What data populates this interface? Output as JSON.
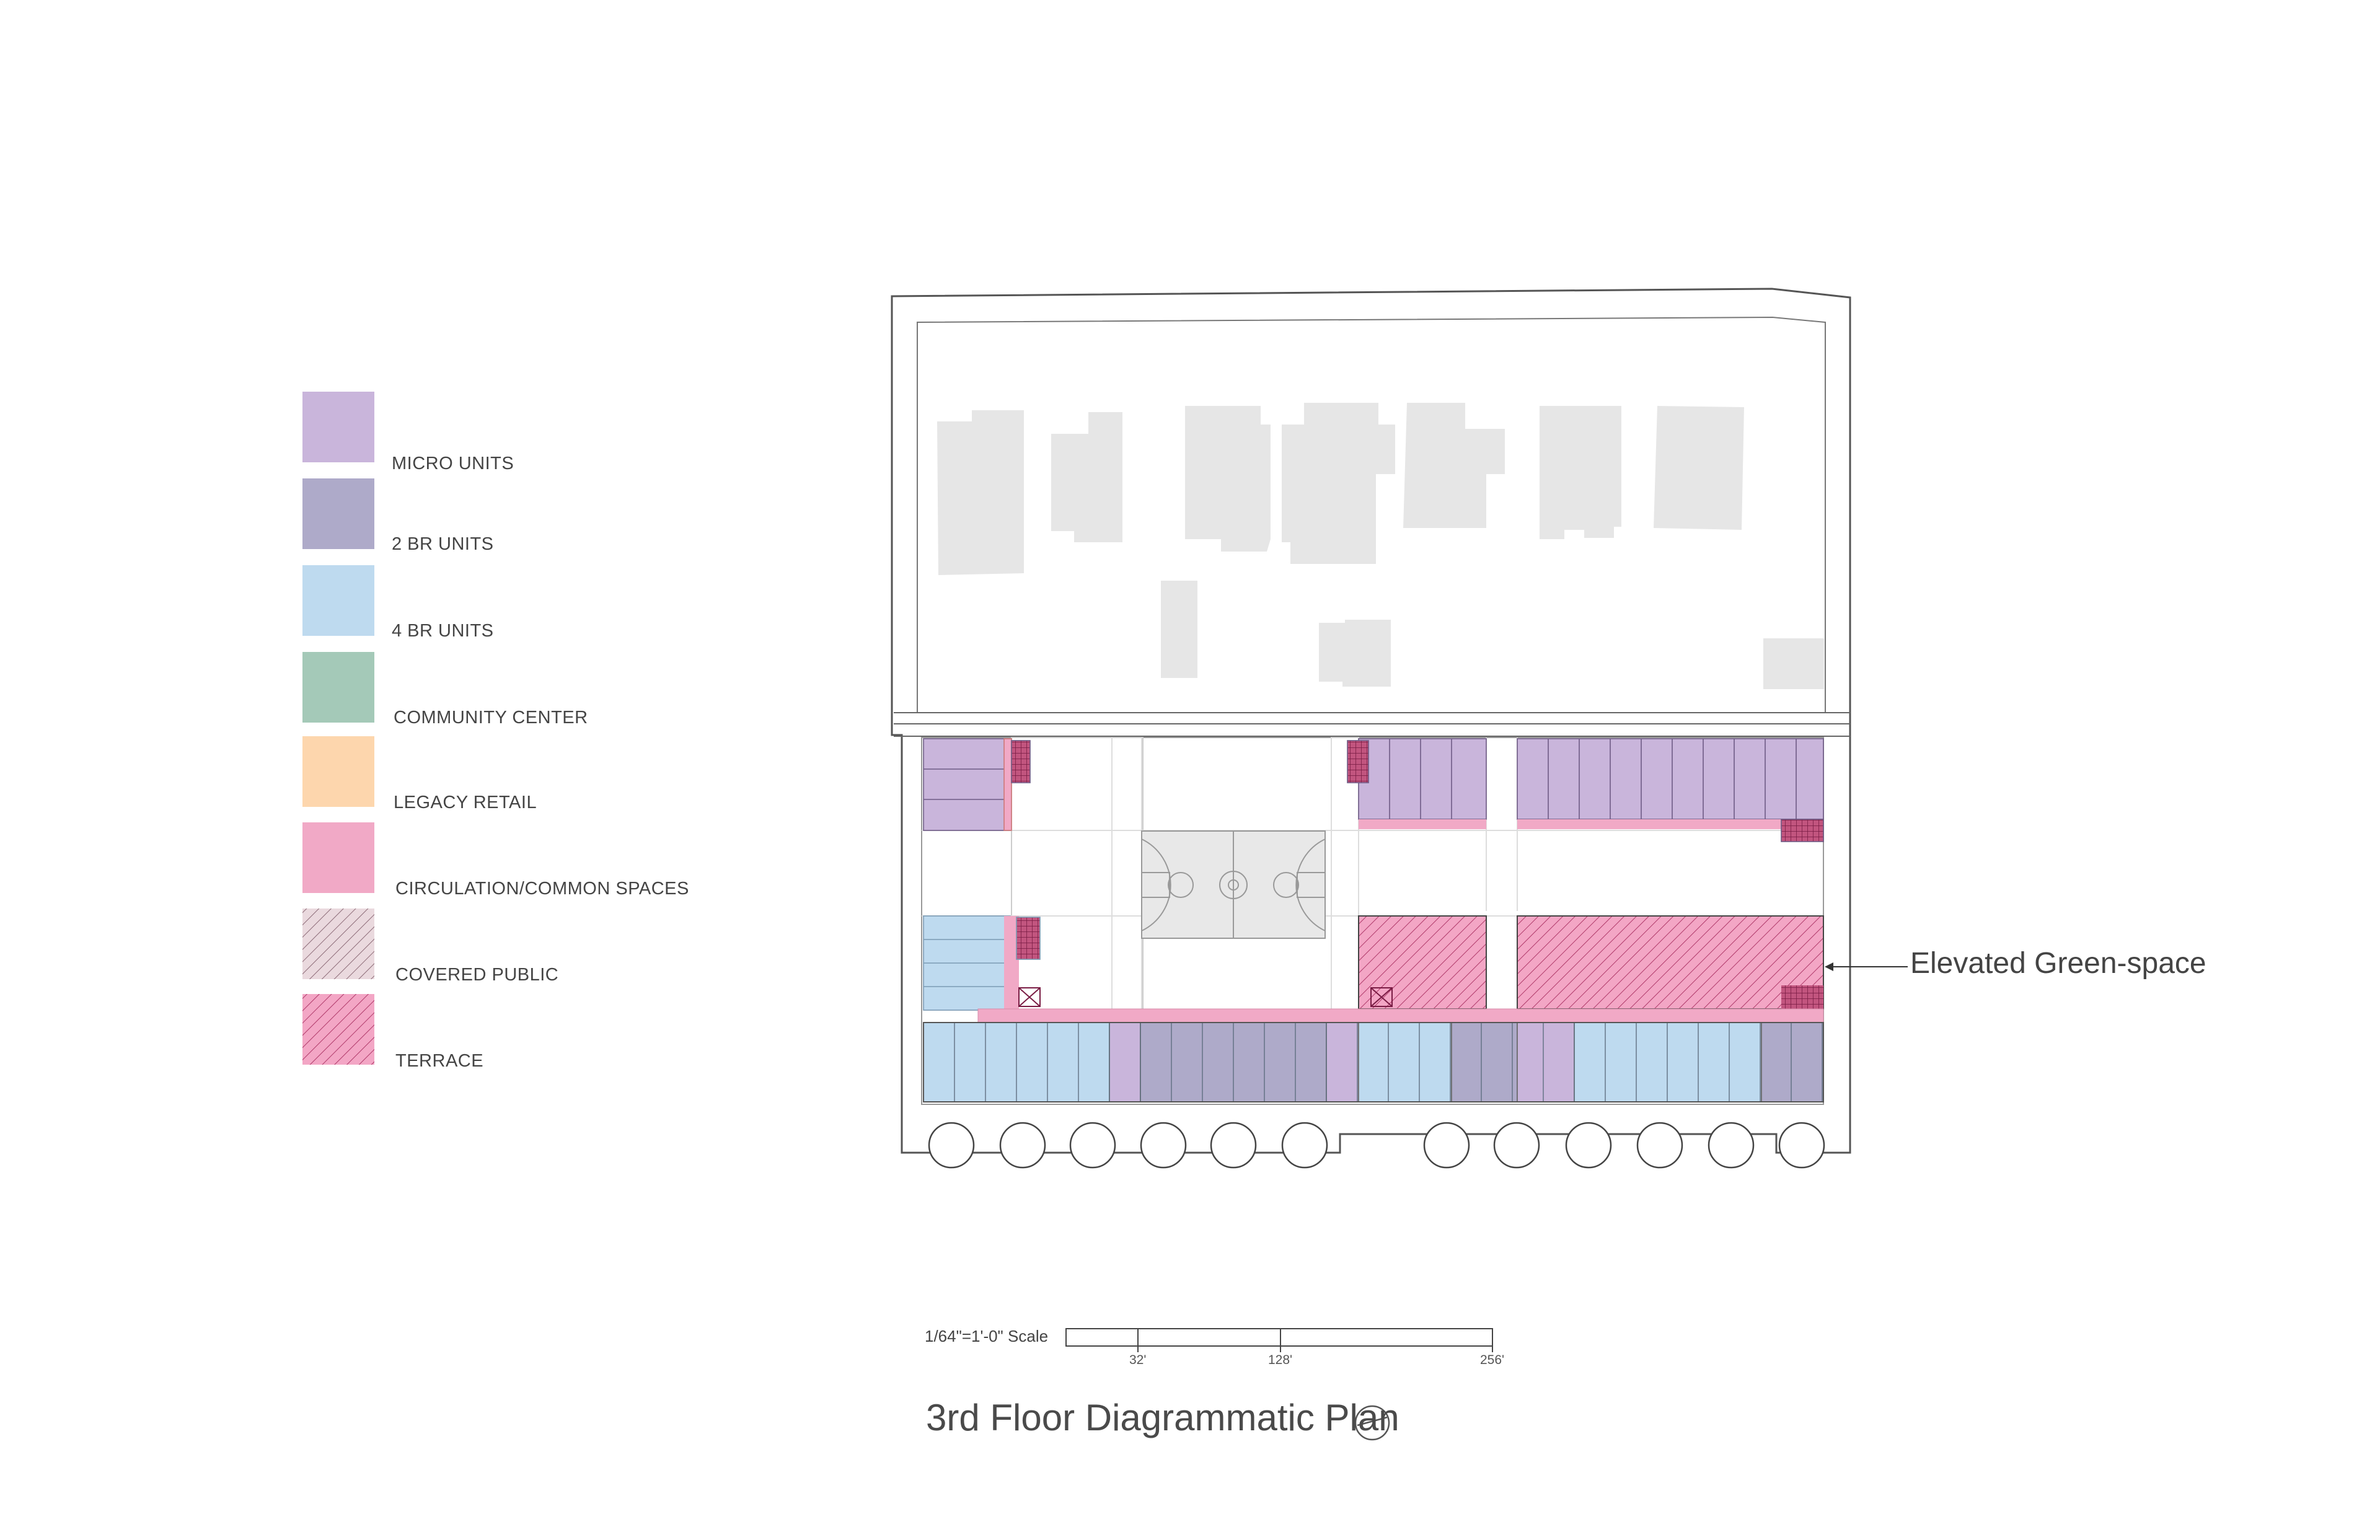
{
  "legend": [
    {
      "label": "MICRO UNITS",
      "color": "#c9b5db",
      "pattern": "solid"
    },
    {
      "label": "2 BR UNITS",
      "color": "#aeaac9",
      "pattern": "solid"
    },
    {
      "label": "4 BR UNITS",
      "color": "#bedaef",
      "pattern": "solid"
    },
    {
      "label": "COMMUNITY CENTER",
      "color": "#a4c9b8",
      "pattern": "solid"
    },
    {
      "label": "LEGACY RETAIL",
      "color": "#fdd6ad",
      "pattern": "solid"
    },
    {
      "label": "CIRCULATION/COMMON SPACES",
      "color": "#f1a9c6",
      "pattern": "solid"
    },
    {
      "label": "COVERED PUBLIC",
      "color": "#d9c3c9",
      "pattern": "hatch-gray"
    },
    {
      "label": "TERRACE",
      "color": "#f2a4c3",
      "pattern": "hatch-pink"
    }
  ],
  "callout": {
    "text": "Elevated Green-space"
  },
  "scale": {
    "label": "1/64\"=1'-0\" Scale",
    "ticks": [
      "32'",
      "128'",
      "256'"
    ]
  },
  "title": {
    "text": "3rd Floor Diagrammatic Plan"
  },
  "icons": {
    "north_arrow": "north-arrow-icon"
  }
}
